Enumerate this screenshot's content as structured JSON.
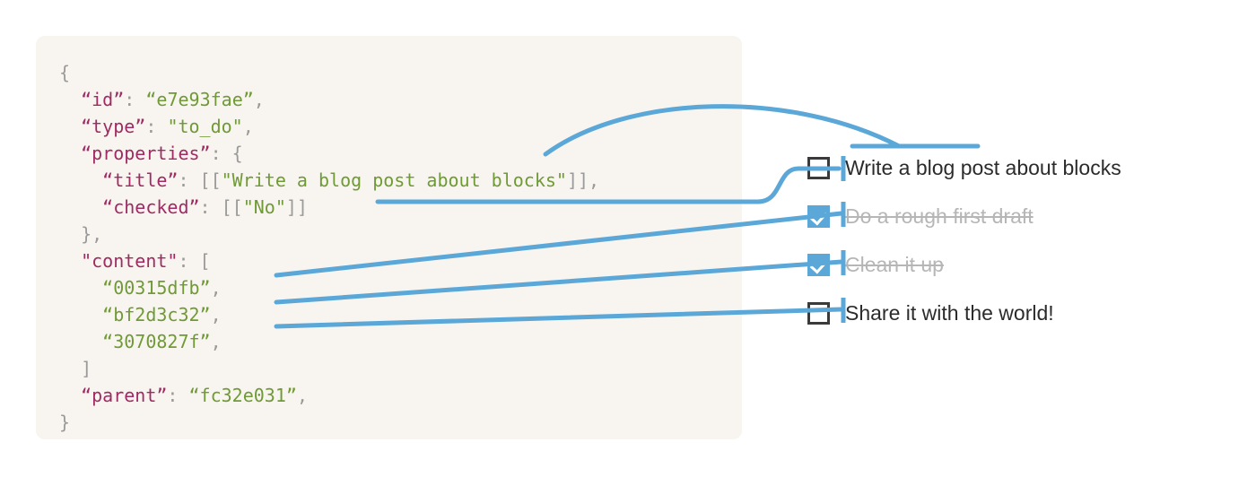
{
  "accent_color": "#5BA8D8",
  "panel_background": "#F8F5F0",
  "code_panel": {
    "lines": [
      {
        "indent": 0,
        "parts": [
          {
            "t": "{",
            "c": "punc"
          }
        ]
      },
      {
        "indent": 1,
        "parts": [
          {
            "t": "“id”",
            "c": "key"
          },
          {
            "t": ": ",
            "c": "punc"
          },
          {
            "t": "“e7e93fae”",
            "c": "str"
          },
          {
            "t": ",",
            "c": "punc"
          }
        ]
      },
      {
        "indent": 1,
        "parts": [
          {
            "t": "“type”",
            "c": "key"
          },
          {
            "t": ": ",
            "c": "punc"
          },
          {
            "t": "\"to_do\"",
            "c": "str"
          },
          {
            "t": ",",
            "c": "punc"
          }
        ]
      },
      {
        "indent": 1,
        "parts": [
          {
            "t": "“properties”",
            "c": "key"
          },
          {
            "t": ": {",
            "c": "punc"
          }
        ]
      },
      {
        "indent": 2,
        "parts": [
          {
            "t": "“title”",
            "c": "key"
          },
          {
            "t": ": [[",
            "c": "punc"
          },
          {
            "t": "\"Write a blog post about blocks\"",
            "c": "str"
          },
          {
            "t": "]],",
            "c": "punc"
          }
        ]
      },
      {
        "indent": 2,
        "parts": [
          {
            "t": "“checked”",
            "c": "key"
          },
          {
            "t": ": [[",
            "c": "punc"
          },
          {
            "t": "\"No\"",
            "c": "str"
          },
          {
            "t": "]]",
            "c": "punc"
          }
        ]
      },
      {
        "indent": 1,
        "parts": [
          {
            "t": "},",
            "c": "punc"
          }
        ]
      },
      {
        "indent": 1,
        "parts": [
          {
            "t": "\"content\"",
            "c": "key"
          },
          {
            "t": ": [",
            "c": "punc"
          }
        ]
      },
      {
        "indent": 2,
        "parts": [
          {
            "t": "“00315dfb”",
            "c": "str"
          },
          {
            "t": ",",
            "c": "punc"
          }
        ]
      },
      {
        "indent": 2,
        "parts": [
          {
            "t": "“bf2d3c32”",
            "c": "str"
          },
          {
            "t": ",",
            "c": "punc"
          }
        ]
      },
      {
        "indent": 2,
        "parts": [
          {
            "t": "“3070827f”",
            "c": "str"
          },
          {
            "t": ",",
            "c": "punc"
          }
        ]
      },
      {
        "indent": 1,
        "parts": [
          {
            "t": "]",
            "c": "punc"
          }
        ]
      },
      {
        "indent": 1,
        "parts": [
          {
            "t": "“parent”",
            "c": "key"
          },
          {
            "t": ": ",
            "c": "punc"
          },
          {
            "t": "“fc32e031”",
            "c": "str"
          },
          {
            "t": ",",
            "c": "punc"
          }
        ]
      },
      {
        "indent": 0,
        "parts": [
          {
            "t": "}",
            "c": "punc"
          }
        ]
      }
    ]
  },
  "todo_list": {
    "items": [
      {
        "label": "Write a blog post about blocks",
        "checked": false
      },
      {
        "label": "Do a rough first draft",
        "checked": true
      },
      {
        "label": "Clean it up",
        "checked": true
      },
      {
        "label": "Share it with the world!",
        "checked": false
      }
    ]
  }
}
